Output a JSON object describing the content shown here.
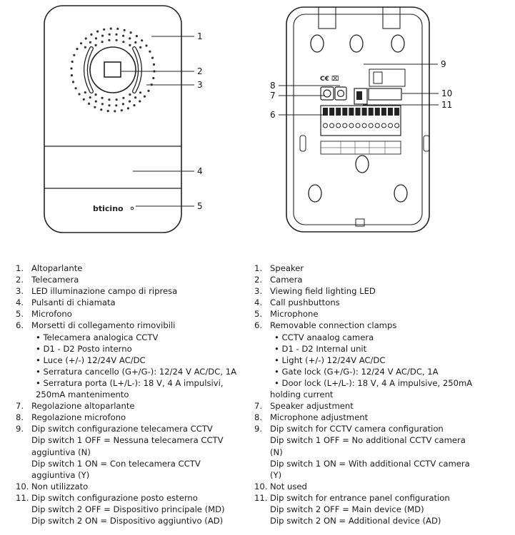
{
  "figure": {
    "front_brand": "bticino",
    "callouts_front": [
      "1",
      "2",
      "3",
      "4",
      "5"
    ],
    "callouts_back": [
      "9",
      "8",
      "7",
      "10",
      "11",
      "6"
    ]
  },
  "legend_it": [
    {
      "n": "1.",
      "t": "Altoparlante"
    },
    {
      "n": "2.",
      "t": "Telecamera"
    },
    {
      "n": "3.",
      "t": "LED illuminazione campo di ripresa"
    },
    {
      "n": "4.",
      "t": "Pulsanti di chiamata"
    },
    {
      "n": "5.",
      "t": "Microfono"
    },
    {
      "n": "6.",
      "t": "Morsetti di collegamento rimovibili"
    },
    {
      "s": "• Telecamera analogica CCTV"
    },
    {
      "s": "• D1 - D2 Posto interno"
    },
    {
      "s": "• Luce (+/-) 12/24V AC/DC"
    },
    {
      "s": "• Serratura cancello (G+/G-): 12/24 V AC/DC, 1A"
    },
    {
      "s": "• Serratura porta (L+/L-): 18 V, 4 A impulsivi,"
    },
    {
      "s": "250mA mantenimento"
    },
    {
      "n": "7.",
      "t": "Regolazione altoparlante"
    },
    {
      "n": "8.",
      "t": "Regolazione microfono"
    },
    {
      "n": "9.",
      "t": "Dip switch configurazione telecamera CCTV"
    },
    {
      "c": "Dip switch 1 OFF = Nessuna telecamera CCTV"
    },
    {
      "c": "aggiuntiva (N)"
    },
    {
      "c": "Dip switch 1 ON = Con telecamera CCTV"
    },
    {
      "c": "aggiuntiva (Y)"
    },
    {
      "n": "10.",
      "t": "Non utilizzato"
    },
    {
      "n": "11.",
      "t": "Dip switch configurazione posto esterno"
    },
    {
      "c": "Dip switch 2 OFF = Dispositivo principale (MD)"
    },
    {
      "c": "Dip switch 2 ON = Dispositivo aggiuntivo (AD)"
    }
  ],
  "legend_en": [
    {
      "n": "1.",
      "t": "Speaker"
    },
    {
      "n": "2.",
      "t": "Camera"
    },
    {
      "n": "3.",
      "t": "Viewing field lighting LED"
    },
    {
      "n": "4.",
      "t": "Call pushbuttons"
    },
    {
      "n": "5.",
      "t": "Microphone"
    },
    {
      "n": "6.",
      "t": "Removable connection clamps"
    },
    {
      "s": "• CCTV anaalog camera"
    },
    {
      "s": "• D1 - D2 Internal unit"
    },
    {
      "s": "• Light (+/-) 12/24V AC/DC"
    },
    {
      "s": "• Gate lock (G+/G-): 12/24 V AC/DC, 1A"
    },
    {
      "s": "• Door lock (L+/L-): 18 V, 4 A impulsive, 250mA"
    },
    {
      "c": "holding current"
    },
    {
      "n": "7.",
      "t": "Speaker adjustment"
    },
    {
      "n": "8.",
      "t": "Microphone adjustment"
    },
    {
      "n": "9.",
      "t": "Dip switch for CCTV camera configuration"
    },
    {
      "c": "Dip switch 1 OFF = No additional CCTV camera"
    },
    {
      "c": "(N)"
    },
    {
      "c": "Dip switch 1 ON = With additional CCTV camera"
    },
    {
      "c": "(Y)"
    },
    {
      "n": "10.",
      "t": "Not used"
    },
    {
      "n": "11.",
      "t": "Dip switch for entrance panel configuration"
    },
    {
      "c": "Dip switch 2 OFF = Main device (MD)"
    },
    {
      "c": "Dip switch 2 ON = Additional device (AD)"
    }
  ]
}
